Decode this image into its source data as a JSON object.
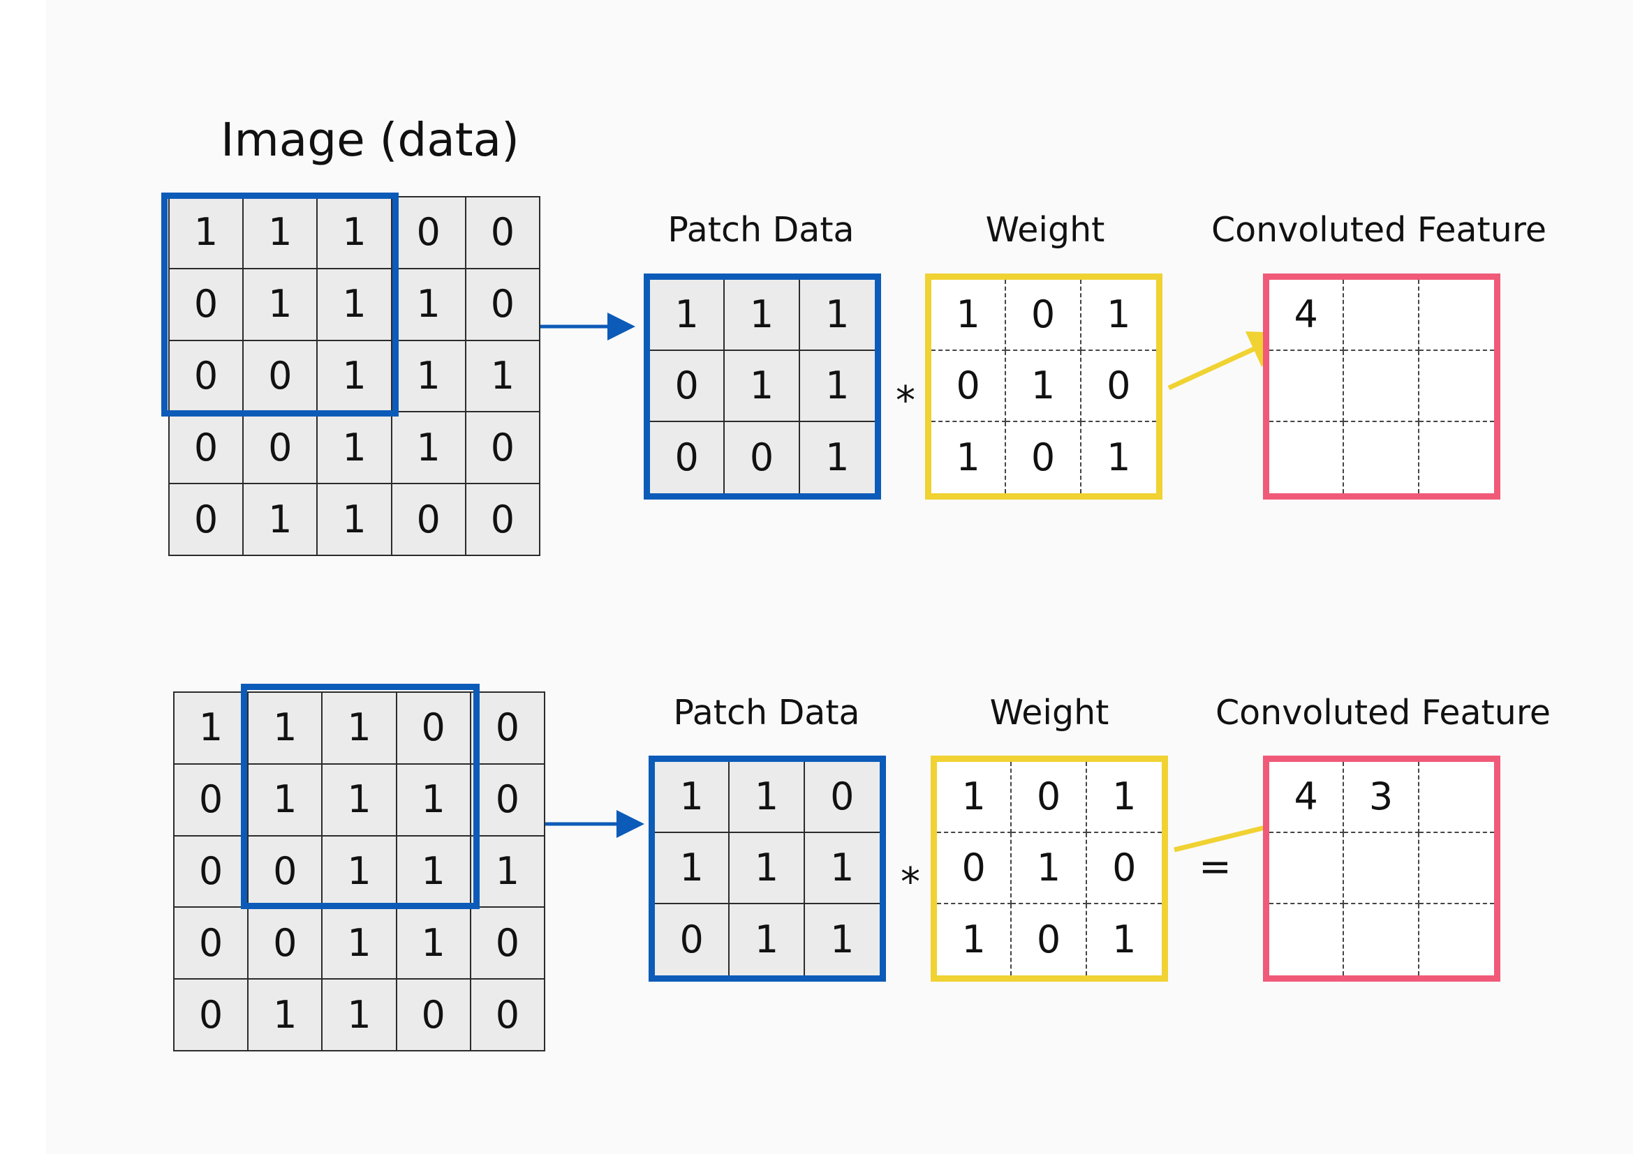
{
  "title": "Image (data)",
  "image_grid": [
    [
      "1",
      "1",
      "1",
      "0",
      "0"
    ],
    [
      "0",
      "1",
      "1",
      "1",
      "0"
    ],
    [
      "0",
      "0",
      "1",
      "1",
      "1"
    ],
    [
      "0",
      "0",
      "1",
      "1",
      "0"
    ],
    [
      "0",
      "1",
      "1",
      "0",
      "0"
    ]
  ],
  "steps": [
    {
      "labels": {
        "patch": "Patch Data",
        "weight": "Weight",
        "feature": "Convoluted Feature"
      },
      "patch": [
        [
          "1",
          "1",
          "1"
        ],
        [
          "0",
          "1",
          "1"
        ],
        [
          "0",
          "0",
          "1"
        ]
      ],
      "weight": [
        [
          "1",
          "0",
          "1"
        ],
        [
          "0",
          "1",
          "0"
        ],
        [
          "1",
          "0",
          "1"
        ]
      ],
      "feature": [
        [
          "4",
          "",
          ""
        ],
        [
          "",
          "",
          ""
        ],
        [
          "",
          "",
          ""
        ]
      ],
      "multiply": "*",
      "equals": ""
    },
    {
      "labels": {
        "patch": "Patch Data",
        "weight": "Weight",
        "feature": "Convoluted Feature"
      },
      "patch": [
        [
          "1",
          "1",
          "0"
        ],
        [
          "1",
          "1",
          "1"
        ],
        [
          "0",
          "1",
          "1"
        ]
      ],
      "weight": [
        [
          "1",
          "0",
          "1"
        ],
        [
          "0",
          "1",
          "0"
        ],
        [
          "1",
          "0",
          "1"
        ]
      ],
      "feature": [
        [
          "4",
          "3",
          ""
        ],
        [
          "",
          "",
          ""
        ],
        [
          "",
          "",
          ""
        ]
      ],
      "multiply": "*",
      "equals": "="
    }
  ],
  "colors": {
    "patch_highlight": "#0d5bb8",
    "weight_border": "#f0d232",
    "feature_border": "#f05a78",
    "cell_fill": "#ebebeb"
  }
}
